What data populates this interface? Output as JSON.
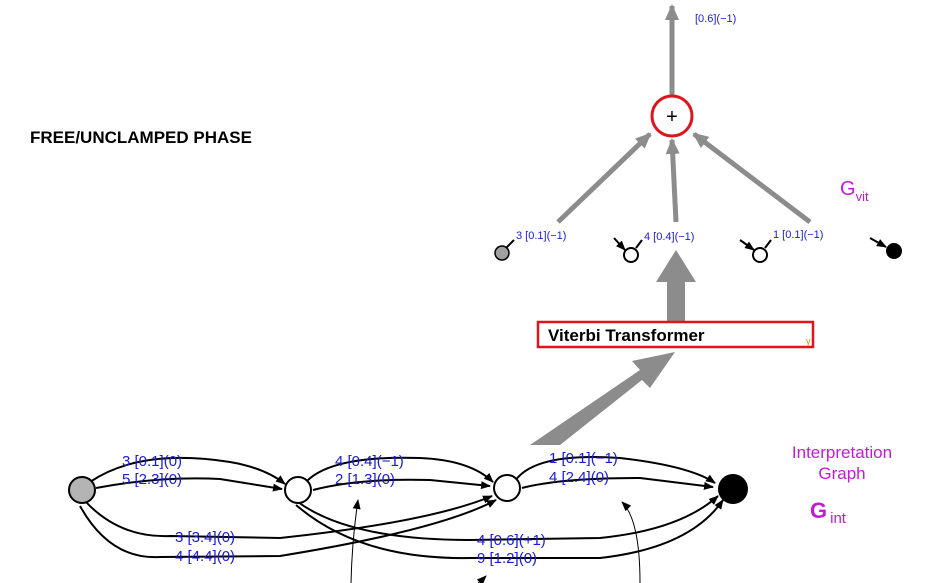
{
  "phase_title": "FREE/UNCLAMPED PHASE",
  "output_label": "[0.6](−1)",
  "sum_symbol": "+",
  "viterbi_graph": {
    "name": "G",
    "subscript": "vit",
    "edge_labels": [
      "3 [0.1](−1)",
      "4 [0.4](−1)",
      "1 [0.1](−1)"
    ]
  },
  "transformer_label": "Viterbi Transformer",
  "interpretation_graph": {
    "title_line1": "Interpretation",
    "title_line2": "Graph",
    "name": "G",
    "subscript": "int"
  },
  "edge_labels": {
    "a": "3 [0.1](0)",
    "b": "5 [2.3](0)",
    "c": "4 [0.4](−1)",
    "d": "2 [1.3](0)",
    "e": "1 [0.1](−1)",
    "f": "4 [2.4](0)",
    "g": "3 [3.4](0)",
    "h": "4 [4.4](0)",
    "i": "4 [0.6](+1)",
    "j": "9 [1.2](0)"
  },
  "colors": {
    "label_blue": "#1a1adc",
    "highlight_red": "#e0141e",
    "gint_magenta": "#c21ad6",
    "arrow_gray": "#8c8c8c"
  }
}
